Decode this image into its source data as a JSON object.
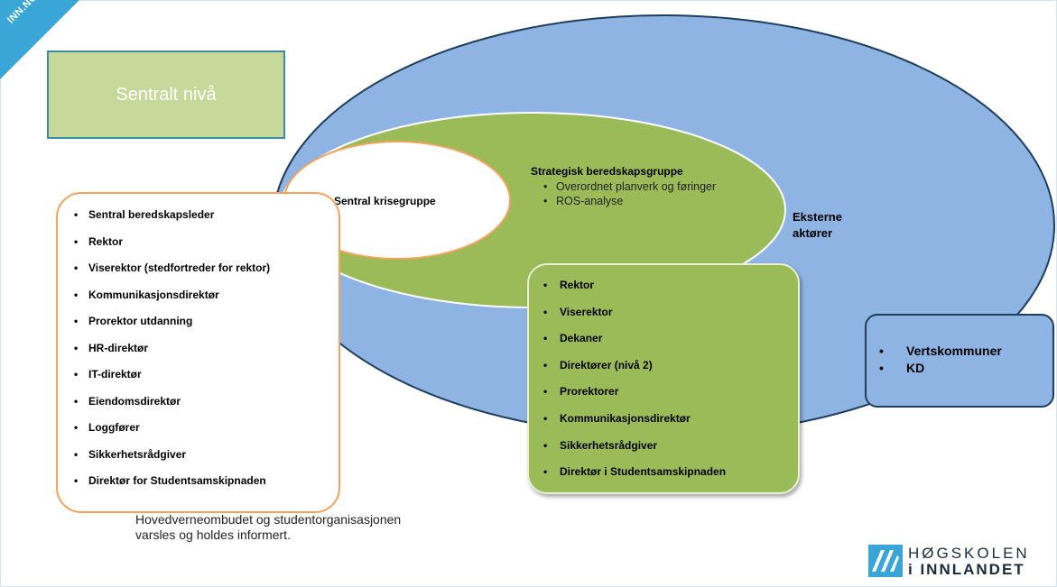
{
  "corner_tag": "INN.NO",
  "sentralt_niva": "Sentralt nivå",
  "ellipses": {
    "eksterne": "Eksterne aktører",
    "strategisk_title": "Strategisk beredskapsgruppe",
    "strategisk_items": [
      "Overordnet planverk og føringer",
      "ROS-analyse"
    ],
    "krise_title": "Sentral krisegruppe"
  },
  "krisegruppe_members": [
    "Sentral beredskapsleder",
    "Rektor",
    "Viserektor (stedfortreder for rektor)",
    "Kommunikasjonsdirektør",
    "Prorektor utdanning",
    "HR-direktør",
    "IT-direktør",
    "Eiendomsdirektør",
    "Loggfører",
    "Sikkerhetsrådgiver",
    "Direktør for Studentsamskipnaden"
  ],
  "beredskapsgruppe_members": [
    "Rektor",
    "Viserektor",
    "Dekaner",
    "Direktører (nivå 2)",
    "Prorektorer",
    "Kommunikasjonsdirektør",
    "Sikkerhetsrådgiver",
    "Direktør i Studentsamskipnaden"
  ],
  "eksterne_members": [
    "Vertskommuner",
    "KD"
  ],
  "footnote": "Hovedverneombudet og studentorganisasjonen varsles og holdes informert.",
  "logo": {
    "line1": "HØGSKOLEN",
    "line2": "i INNLANDET"
  },
  "colors": {
    "blue_ellipse": "#8eb4e3",
    "green_ellipse": "#9bbb59",
    "orange_border": "#f2a35e",
    "corner": "#3aa6d8"
  }
}
